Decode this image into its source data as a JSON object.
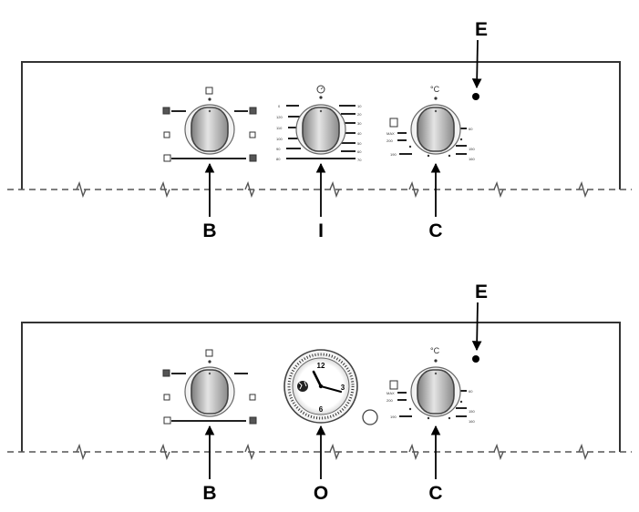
{
  "callouts": {
    "top": {
      "b": "B",
      "i": "I",
      "c": "C",
      "e": "E"
    },
    "bottom": {
      "b": "B",
      "o": "O",
      "c": "C",
      "e": "E"
    }
  },
  "clock": {
    "n12": "12",
    "n3": "3",
    "n6": "6"
  },
  "timer_scale": {
    "left": [
      "0",
      "120",
      "110",
      "100",
      "90",
      "80"
    ],
    "right": [
      "10",
      "20",
      "30",
      "40",
      "50",
      "60",
      "70"
    ]
  },
  "temp_scale": {
    "top": [
      "MAX",
      "200",
      "190"
    ],
    "bottom": [
      "60",
      "100",
      "150",
      "160"
    ]
  }
}
